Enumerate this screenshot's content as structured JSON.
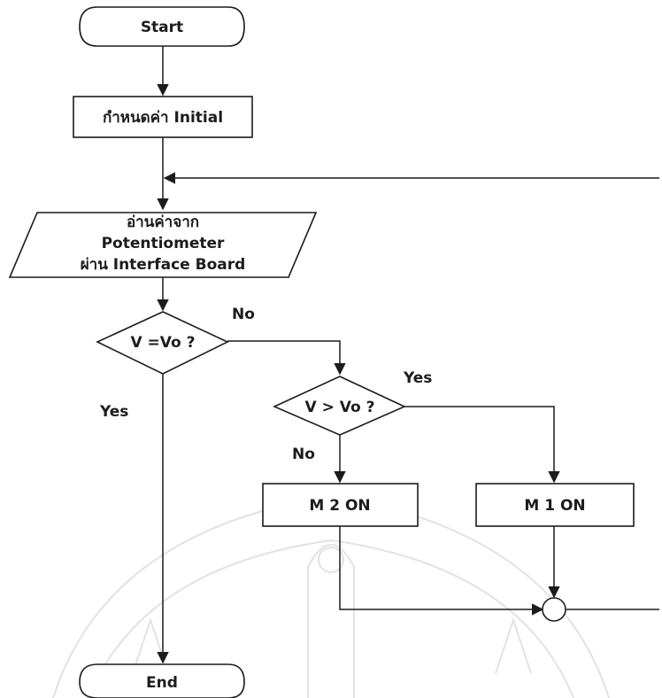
{
  "nodes": {
    "start": "Start",
    "init": "กำหนดค่า Initial",
    "read_line1": "อ่านค่าจาก",
    "read_line2": "Potentiometer",
    "read_line3": "ผ่าน Interface Board",
    "decision1": "V =Vo ?",
    "decision2": "V > Vo ?",
    "m2": "M 2 ON",
    "m1": "M 1 ON",
    "end": "End"
  },
  "branches": {
    "d1_no": "No",
    "d1_yes": "Yes",
    "d2_yes": "Yes",
    "d2_no": "No"
  },
  "colors": {
    "line": "#1c1c1c",
    "watermark": "#e2e2e2",
    "background": "#ffffff"
  }
}
